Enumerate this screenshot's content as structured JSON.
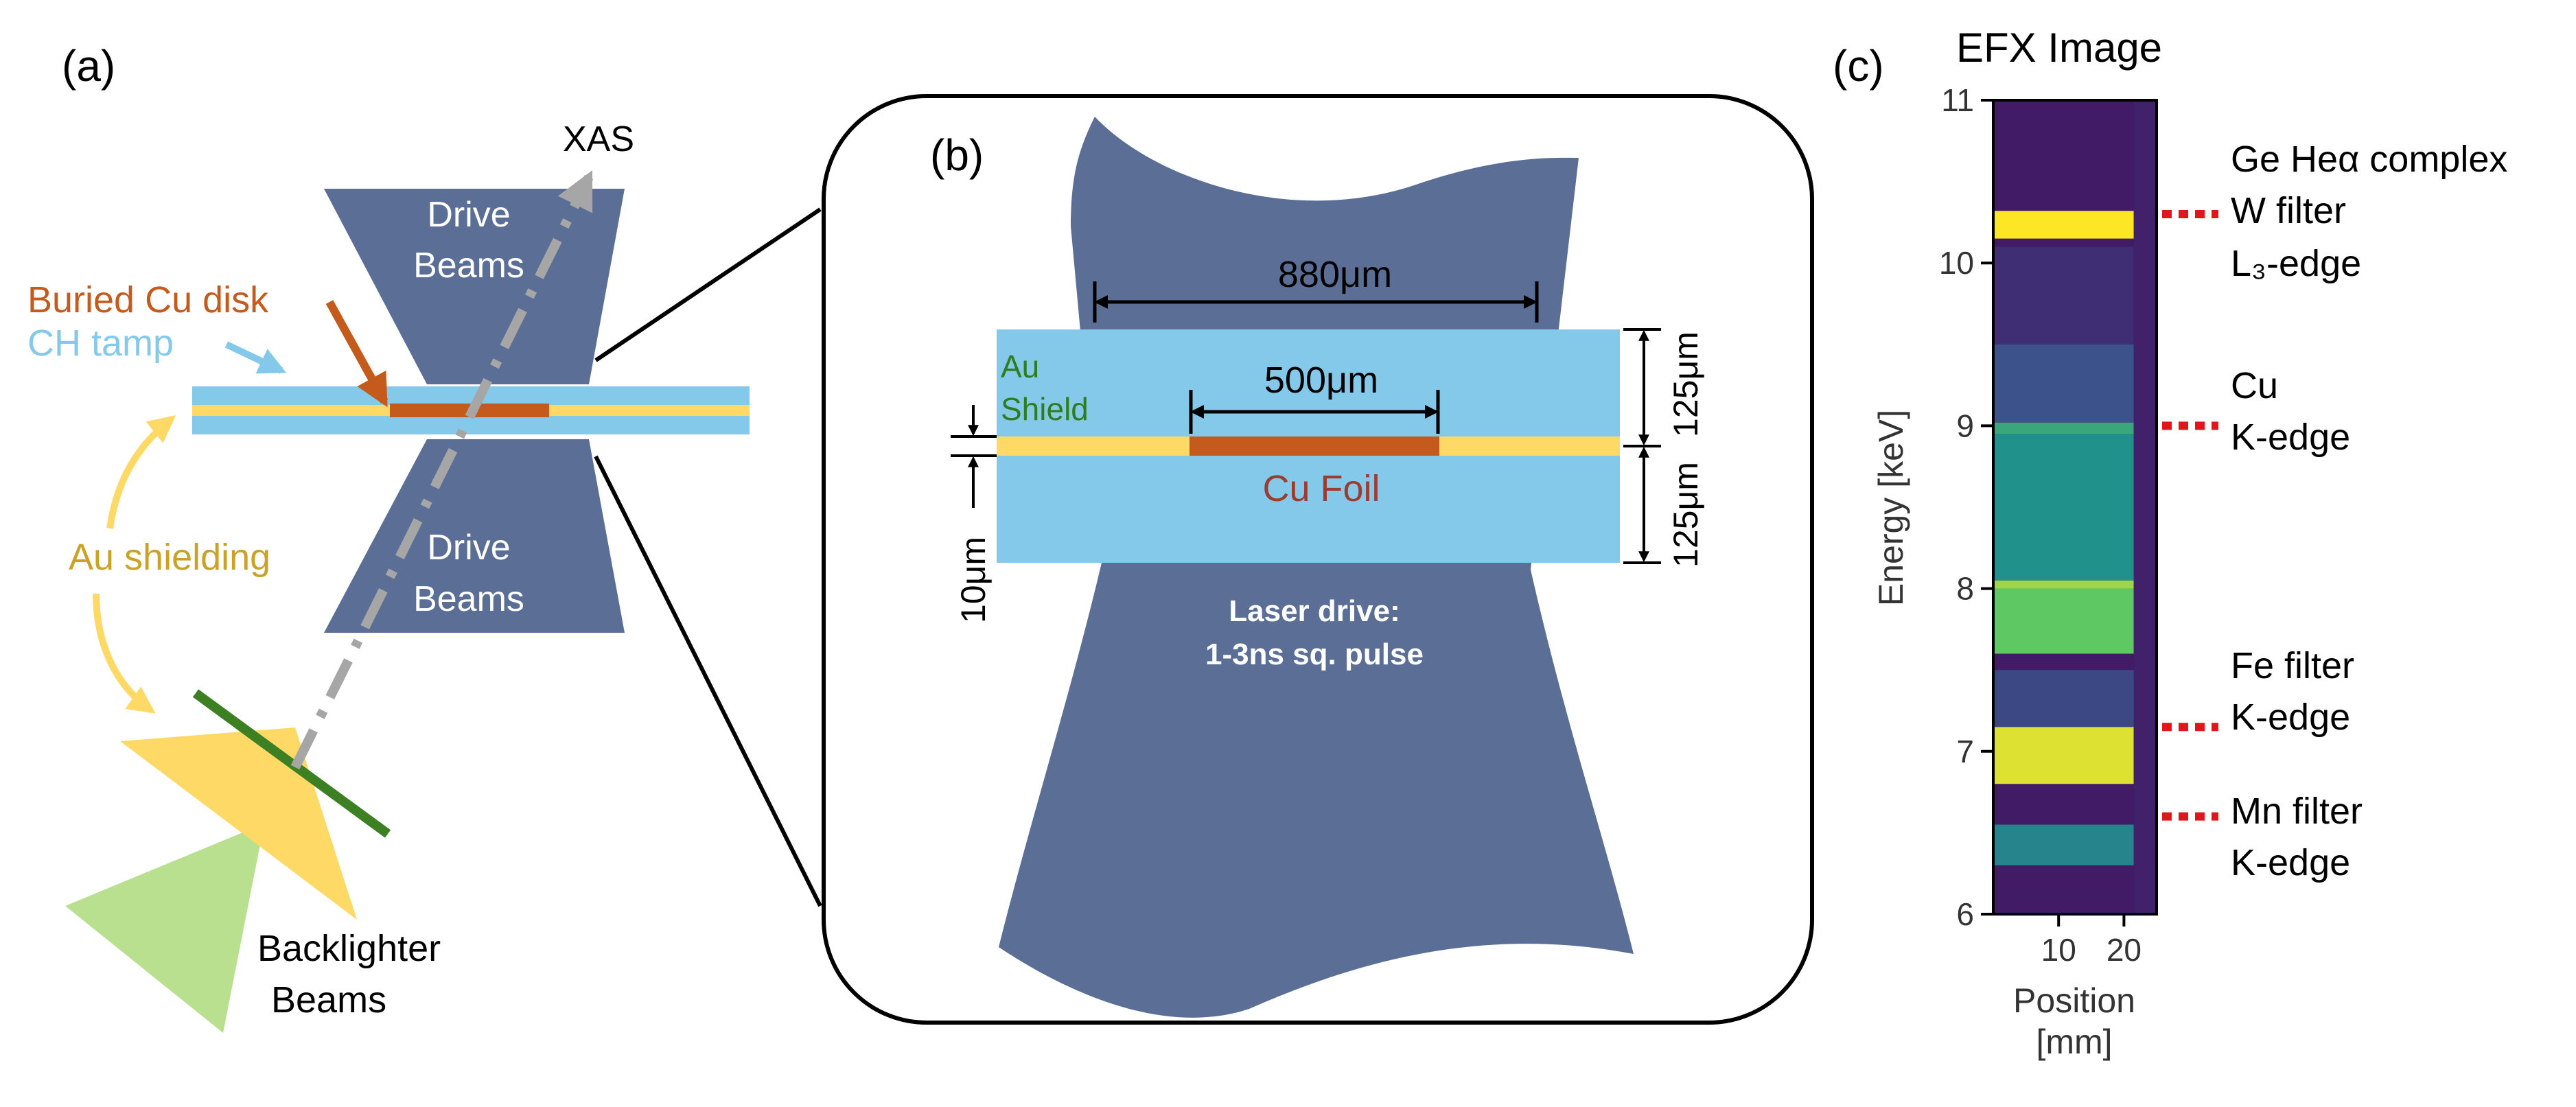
{
  "colors": {
    "drive_beam": "#5b6f96",
    "ch_tamp": "#84c9ea",
    "au_shield": "#ffd966",
    "cu": "#c55a1d",
    "cu_text": "#9e3b2f",
    "au_text": "#c9a227",
    "green_text": "#2e7d1e",
    "ch_text": "#84c9ea",
    "xas_line": "#a6a6a6",
    "filter": "#3d7f23",
    "backlighter": "#b8e08f",
    "marker": "#e0161b"
  },
  "panel_a": {
    "label": "(a)",
    "drive_top": [
      "Drive",
      "Beams"
    ],
    "drive_bottom": [
      "Drive",
      "Beams"
    ],
    "buried_cu": "Buried Cu disk",
    "ch_tamp": "CH tamp",
    "xas": "XAS",
    "au_shielding": "Au shielding",
    "backlighter": [
      "Backlighter",
      "Beams"
    ]
  },
  "panel_b": {
    "label": "(b)",
    "dim_880": "880μm",
    "dim_500": "500μm",
    "au_shield": [
      "Au",
      "Shield"
    ],
    "cu_foil": "Cu Foil",
    "dim_10": "10μm",
    "dim_125_top": "125μm",
    "dim_125_bottom": "125μm",
    "laser": [
      "Laser drive:",
      "1-3ns sq. pulse"
    ]
  },
  "panel_c": {
    "label": "(c)",
    "title": "EFX Image",
    "ylabel": "Energy [keV]",
    "xlabel": [
      "Position",
      "[mm]"
    ],
    "annotations": [
      {
        "energy": 10.3,
        "lines": [
          "Ge Heα complex",
          "W filter",
          "L₃-edge"
        ]
      },
      {
        "energy": 9.0,
        "lines": [
          "Cu",
          "K-edge"
        ]
      },
      {
        "energy": 7.15,
        "lines": [
          "Fe filter",
          "K-edge"
        ]
      },
      {
        "energy": 6.6,
        "lines": [
          "Mn filter",
          "K-edge"
        ]
      }
    ]
  },
  "chart_data": {
    "type": "heatmap",
    "title": "EFX Image",
    "xlabel": "Position [mm]",
    "ylabel": "Energy [keV]",
    "xlim": [
      0,
      25
    ],
    "ylim": [
      6,
      11
    ],
    "xticks": [
      10,
      20
    ],
    "yticks": [
      6,
      7,
      8,
      9,
      10,
      11
    ],
    "bands": [
      {
        "y0": 6.3,
        "y1": 6.55,
        "intensity": 0.45
      },
      {
        "y0": 6.8,
        "y1": 7.15,
        "intensity": 0.95
      },
      {
        "y0": 7.15,
        "y1": 7.5,
        "intensity": 0.22
      },
      {
        "y0": 7.6,
        "y1": 8.0,
        "intensity": 0.75
      },
      {
        "y0": 8.0,
        "y1": 8.05,
        "intensity": 0.85
      },
      {
        "y0": 8.05,
        "y1": 8.95,
        "intensity": 0.5
      },
      {
        "y0": 8.95,
        "y1": 9.02,
        "intensity": 0.6
      },
      {
        "y0": 9.02,
        "y1": 9.5,
        "intensity": 0.25
      },
      {
        "y0": 9.5,
        "y1": 10.1,
        "intensity": 0.14
      },
      {
        "y0": 10.15,
        "y1": 10.32,
        "intensity": 1.0
      }
    ]
  }
}
